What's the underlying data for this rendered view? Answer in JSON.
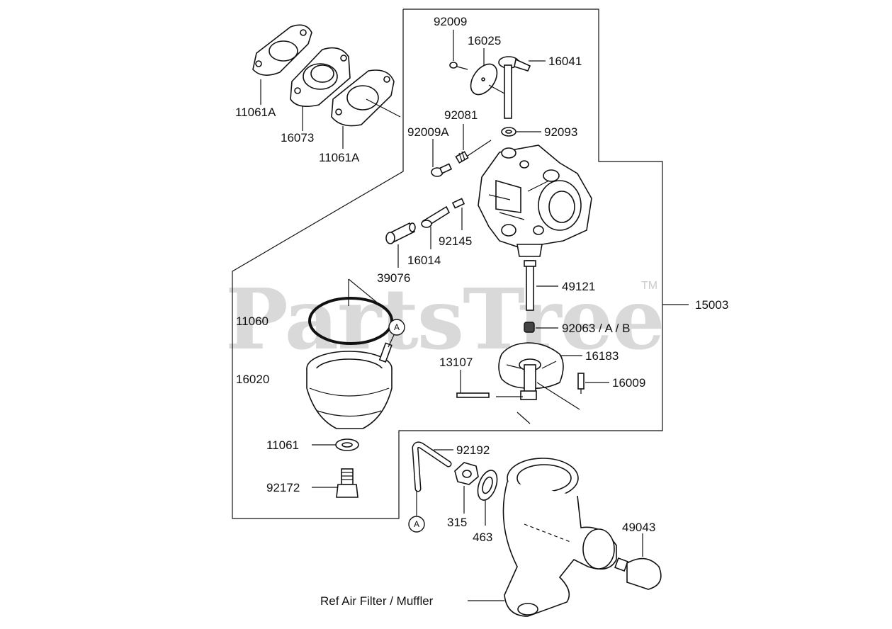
{
  "watermark": {
    "text": "PartsTree",
    "trademark": "TM"
  },
  "callouts": {
    "a_top": "A",
    "a_bottom": "A"
  },
  "labels": {
    "p92009": "92009",
    "p16025": "16025",
    "p16041": "16041",
    "p11061A_1": "11061A",
    "p16073": "16073",
    "p11061A_2": "11061A",
    "p92081": "92081",
    "p92009A": "92009A",
    "p92093": "92093",
    "p92145": "92145",
    "p16014": "16014",
    "p39076": "39076",
    "p49121": "49121",
    "p15003": "15003",
    "p11060": "11060",
    "p92063": "92063 / A / B",
    "p16183": "16183",
    "p13107": "13107",
    "p16020": "16020",
    "p16009": "16009",
    "p11061": "11061",
    "p92192": "92192",
    "p92172": "92172",
    "p315": "315",
    "p463": "463",
    "p49043": "49043",
    "ref_note": "Ref Air Filter / Muffler"
  }
}
